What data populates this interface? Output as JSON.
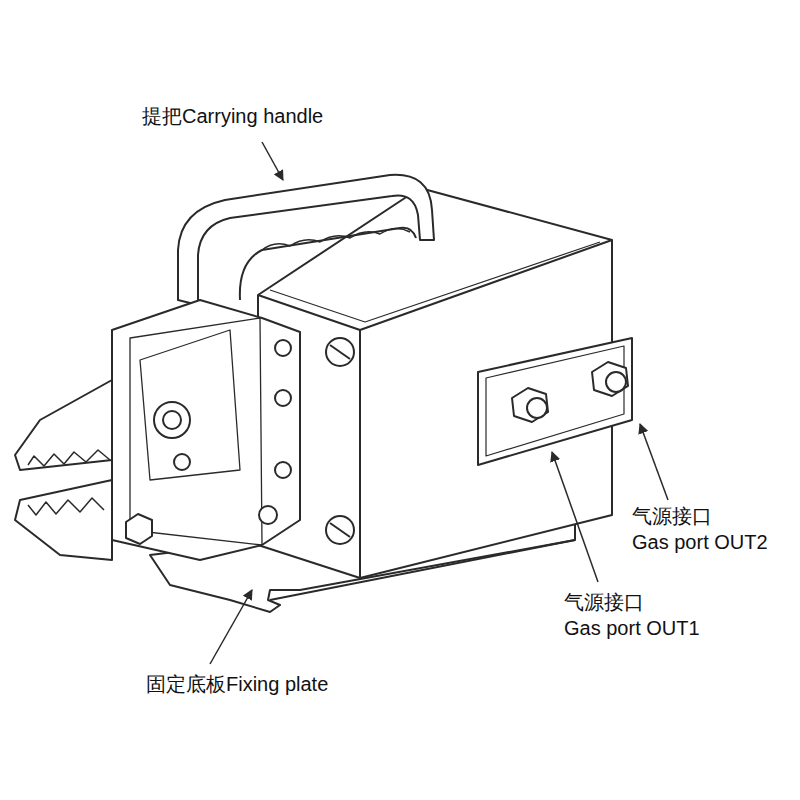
{
  "diagram": {
    "labels": [
      "提把Carrying handle",
      "气源接口",
      "Gas port OUT2",
      "气源接口",
      "Gas port OUT1",
      "固定底板Fixing plate"
    ]
  }
}
